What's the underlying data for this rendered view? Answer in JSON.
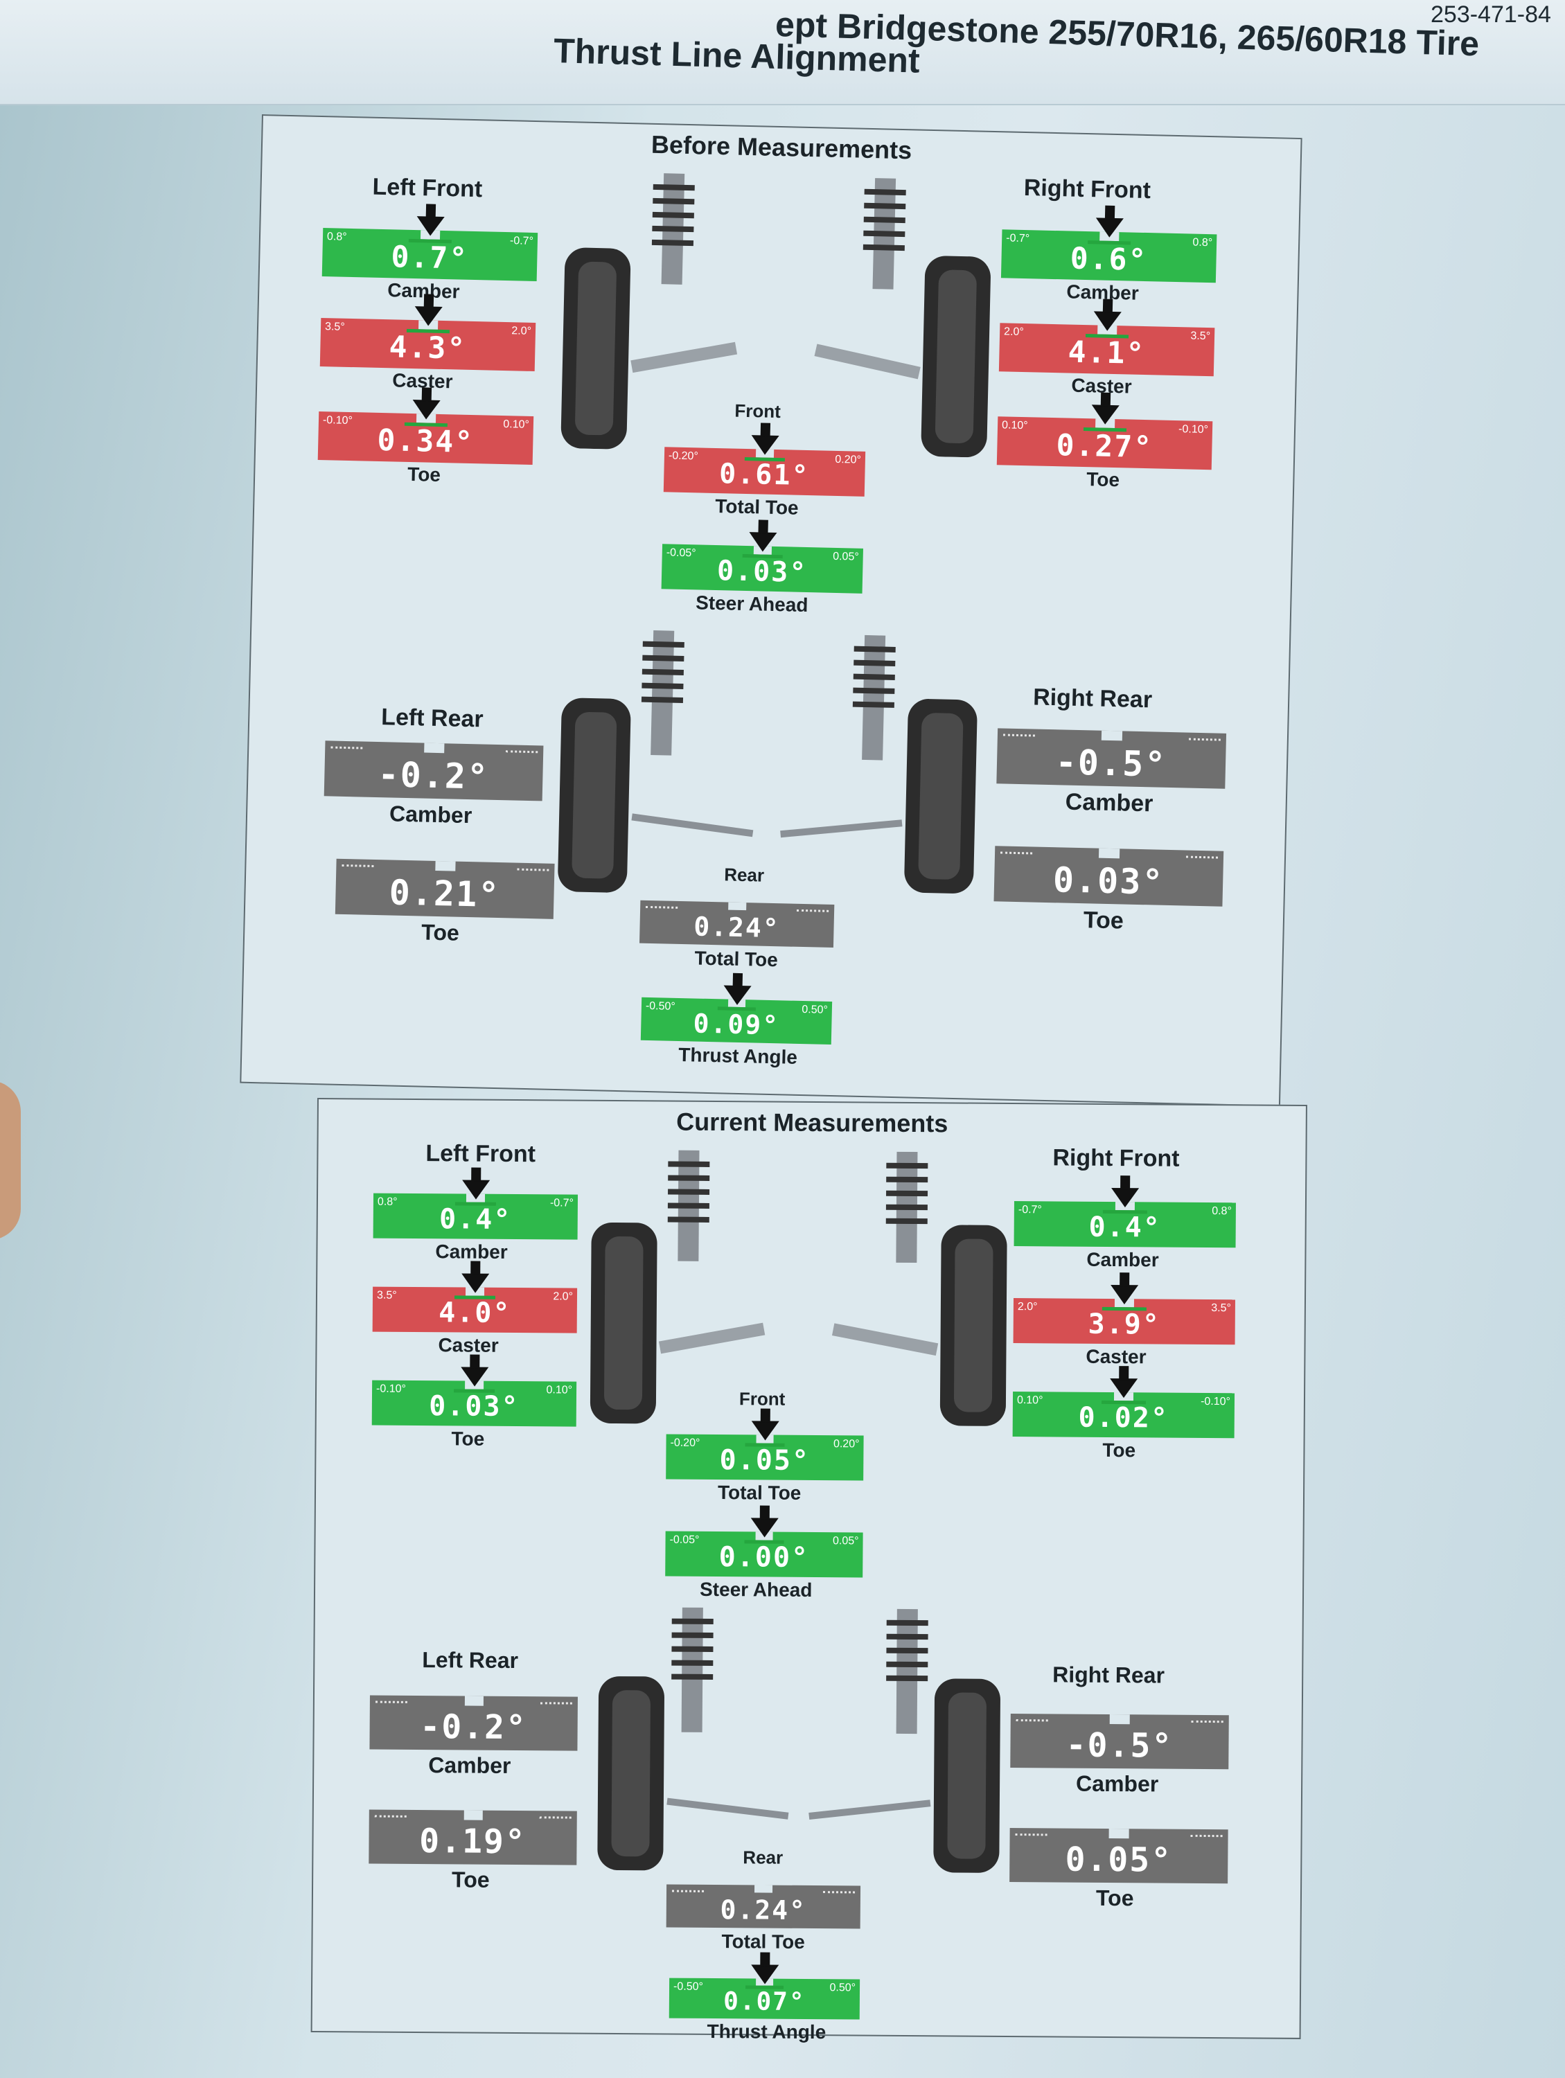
{
  "header": {
    "line1": "ept Bridgestone 255/70R16, 265/60R18 Tire",
    "line2": "Thrust Line Alignment",
    "phone": "253-471-84"
  },
  "colors": {
    "in_spec": "#2eb84b",
    "out_of_spec": "#d64f52",
    "no_spec": "#6f6f6f"
  },
  "before": {
    "title": "Before Measurements",
    "left_front": {
      "heading": "Left Front",
      "camber": {
        "label": "Camber",
        "value": "0.7°",
        "min": "0.8°",
        "max": "-0.7°",
        "status": "in_spec"
      },
      "caster": {
        "label": "Caster",
        "value": "4.3°",
        "min": "3.5°",
        "max": "2.0°",
        "status": "out_of_spec"
      },
      "toe": {
        "label": "Toe",
        "value": "0.34°",
        "min": "-0.10°",
        "max": "0.10°",
        "status": "out_of_spec"
      }
    },
    "right_front": {
      "heading": "Right Front",
      "camber": {
        "label": "Camber",
        "value": "0.6°",
        "min": "-0.7°",
        "max": "0.8°",
        "status": "in_spec"
      },
      "caster": {
        "label": "Caster",
        "value": "4.1°",
        "min": "2.0°",
        "max": "3.5°",
        "status": "out_of_spec"
      },
      "toe": {
        "label": "Toe",
        "value": "0.27°",
        "min": "0.10°",
        "max": "-0.10°",
        "status": "out_of_spec"
      }
    },
    "front": {
      "label": "Front",
      "total_toe": {
        "label": "Total Toe",
        "value": "0.61°",
        "min": "-0.20°",
        "max": "0.20°",
        "status": "out_of_spec"
      },
      "steer_ahead": {
        "label": "Steer Ahead",
        "value": "0.03°",
        "min": "-0.05°",
        "max": "0.05°",
        "status": "in_spec"
      }
    },
    "left_rear": {
      "heading": "Left Rear",
      "camber": {
        "label": "Camber",
        "value": "-0.2°",
        "status": "no_spec"
      },
      "toe": {
        "label": "Toe",
        "value": "0.21°",
        "status": "no_spec"
      }
    },
    "right_rear": {
      "heading": "Right Rear",
      "camber": {
        "label": "Camber",
        "value": "-0.5°",
        "status": "no_spec"
      },
      "toe": {
        "label": "Toe",
        "value": "0.03°",
        "status": "no_spec"
      }
    },
    "rear": {
      "label": "Rear",
      "total_toe": {
        "label": "Total Toe",
        "value": "0.24°",
        "status": "no_spec"
      },
      "thrust_angle": {
        "label": "Thrust Angle",
        "value": "0.09°",
        "min": "-0.50°",
        "max": "0.50°",
        "status": "in_spec"
      }
    }
  },
  "current": {
    "title": "Current Measurements",
    "left_front": {
      "heading": "Left Front",
      "camber": {
        "label": "Camber",
        "value": "0.4°",
        "min": "0.8°",
        "max": "-0.7°",
        "status": "in_spec"
      },
      "caster": {
        "label": "Caster",
        "value": "4.0°",
        "min": "3.5°",
        "max": "2.0°",
        "status": "out_of_spec"
      },
      "toe": {
        "label": "Toe",
        "value": "0.03°",
        "min": "-0.10°",
        "max": "0.10°",
        "status": "in_spec"
      }
    },
    "right_front": {
      "heading": "Right Front",
      "camber": {
        "label": "Camber",
        "value": "0.4°",
        "min": "-0.7°",
        "max": "0.8°",
        "status": "in_spec"
      },
      "caster": {
        "label": "Caster",
        "value": "3.9°",
        "min": "2.0°",
        "max": "3.5°",
        "status": "out_of_spec"
      },
      "toe": {
        "label": "Toe",
        "value": "0.02°",
        "min": "0.10°",
        "max": "-0.10°",
        "status": "in_spec"
      }
    },
    "front": {
      "label": "Front",
      "total_toe": {
        "label": "Total Toe",
        "value": "0.05°",
        "min": "-0.20°",
        "max": "0.20°",
        "status": "in_spec"
      },
      "steer_ahead": {
        "label": "Steer Ahead",
        "value": "0.00°",
        "min": "-0.05°",
        "max": "0.05°",
        "status": "in_spec"
      }
    },
    "left_rear": {
      "heading": "Left Rear",
      "camber": {
        "label": "Camber",
        "value": "-0.2°",
        "status": "no_spec"
      },
      "toe": {
        "label": "Toe",
        "value": "0.19°",
        "status": "no_spec"
      }
    },
    "right_rear": {
      "heading": "Right Rear",
      "camber": {
        "label": "Camber",
        "value": "-0.5°",
        "status": "no_spec"
      },
      "toe": {
        "label": "Toe",
        "value": "0.05°",
        "status": "no_spec"
      }
    },
    "rear": {
      "label": "Rear",
      "total_toe": {
        "label": "Total Toe",
        "value": "0.24°",
        "status": "no_spec"
      },
      "thrust_angle": {
        "label": "Thrust Angle",
        "value": "0.07°",
        "min": "-0.50°",
        "max": "0.50°",
        "status": "in_spec"
      }
    }
  }
}
